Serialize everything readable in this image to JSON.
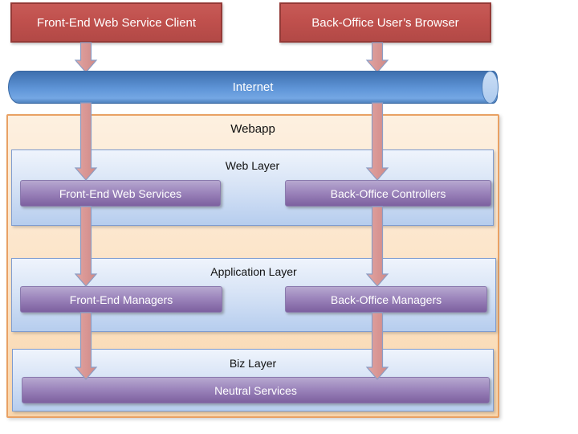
{
  "diagram": {
    "nodes": {
      "front_end_client": "Front-End Web Service Client",
      "back_office_browser": "Back-Office User’s Browser",
      "internet": "Internet",
      "webapp": "Webapp",
      "web_layer": "Web Layer",
      "front_end_web_services": "Front-End Web Services",
      "back_office_controllers": "Back-Office Controllers",
      "application_layer": "Application Layer",
      "front_end_managers": "Front-End Managers",
      "back_office_managers": "Back-Office Managers",
      "biz_layer": "Biz Layer",
      "neutral_services": "Neutral Services"
    },
    "edges": [
      {
        "from": "front_end_client",
        "to": "internet"
      },
      {
        "from": "back_office_browser",
        "to": "internet"
      },
      {
        "from": "internet",
        "to": "front_end_web_services"
      },
      {
        "from": "internet",
        "to": "back_office_controllers"
      },
      {
        "from": "front_end_web_services",
        "to": "front_end_managers"
      },
      {
        "from": "back_office_controllers",
        "to": "back_office_managers"
      },
      {
        "from": "front_end_managers",
        "to": "neutral_services"
      },
      {
        "from": "back_office_managers",
        "to": "neutral_services"
      }
    ],
    "colors": {
      "client_box_fill": "#C0504D",
      "client_box_border": "#953A37",
      "cylinder_fill": "#5F95D8",
      "webapp_fill": "#FCE3C6",
      "webapp_border": "#E9A164",
      "layer_fill": "#C9DBF2",
      "layer_border": "#7E9CD0",
      "component_fill": "#8E74AF",
      "arrow_fill": "#D99694",
      "arrow_outline": "#8C9DC4"
    }
  }
}
